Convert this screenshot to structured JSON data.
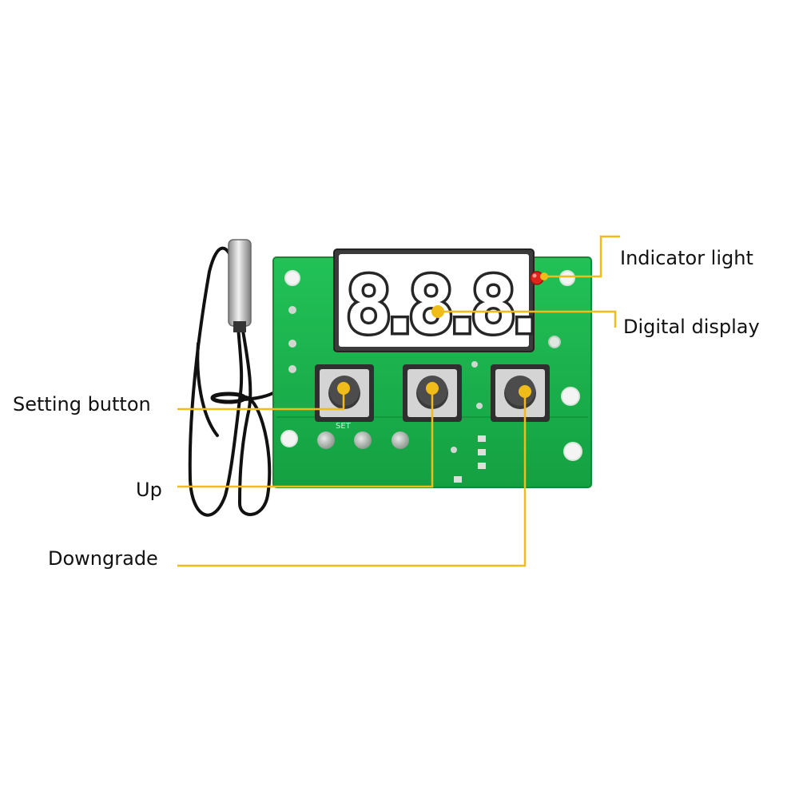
{
  "diagram": {
    "display_digits": "8.8.8.",
    "silk_set": "SET",
    "colors": {
      "pcb": "#19b04a",
      "pcb_edge": "#0f8a37",
      "leader": "#f0bc1a",
      "led": "#e3221b",
      "cable": "#111111"
    },
    "callouts": [
      {
        "id": "indicator",
        "label": "Indicator light"
      },
      {
        "id": "display",
        "label": "Digital display"
      },
      {
        "id": "setting",
        "label": "Setting button"
      },
      {
        "id": "up",
        "label": "Up"
      },
      {
        "id": "down",
        "label": "Downgrade"
      }
    ]
  }
}
